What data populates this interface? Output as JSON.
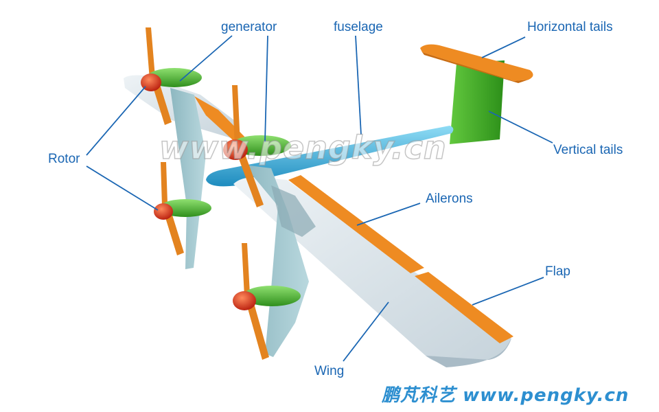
{
  "colors": {
    "label": "#1a66b3",
    "leader": "#1a66b3",
    "wing": "#d8e2e8",
    "pylon": "#9ec4cc",
    "control_surface": "#ee8b22",
    "fuselage": "#33aad6",
    "nacelle": "#44b52c",
    "spinner": "#d9321c",
    "blade": "#e3831f",
    "vertical_tail": "#47b02a",
    "watermark_footer": "#2d8fd0"
  },
  "labels": {
    "generator": "generator",
    "fuselage": "fuselage",
    "horizontal_tails": "Horizontal tails",
    "vertical_tails": "Vertical tails",
    "rotor": "Rotor",
    "ailerons": "Ailerons",
    "flap": "Flap",
    "wing": "Wing"
  },
  "watermark": {
    "center": "www.pengky.cn",
    "footer_cn": "鹏芃科艺",
    "footer_url": "www.pengky.cn"
  }
}
